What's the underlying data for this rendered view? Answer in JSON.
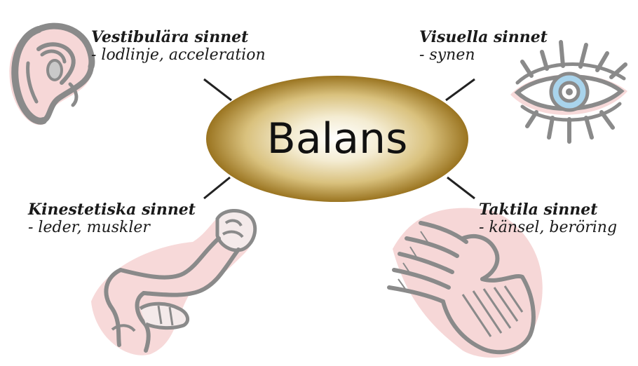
{
  "center": {
    "label": "Balans"
  },
  "nodes": {
    "vestibular": {
      "title": "Vestibulära sinnet",
      "detail": "- lodlinje, acceleration",
      "icon": "ear-icon"
    },
    "visual": {
      "title": "Visuella sinnet",
      "detail": "- synen",
      "icon": "eye-icon"
    },
    "kinesthetic": {
      "title": "Kinestetiska sinnet",
      "detail": "- leder, muskler",
      "icon": "arm-leg-icon"
    },
    "tactile": {
      "title": "Taktila sinnet",
      "detail": "- känsel, beröring",
      "icon": "hand-icon"
    }
  },
  "colors": {
    "ellipse_center": "#ffffff",
    "ellipse_mid": "#d9c17d",
    "ellipse_edge": "#9a7420",
    "illustration_gray": "#8a8a8a",
    "illustration_pink": "#f3c9c9",
    "iris_blue": "#a9d4ec"
  }
}
